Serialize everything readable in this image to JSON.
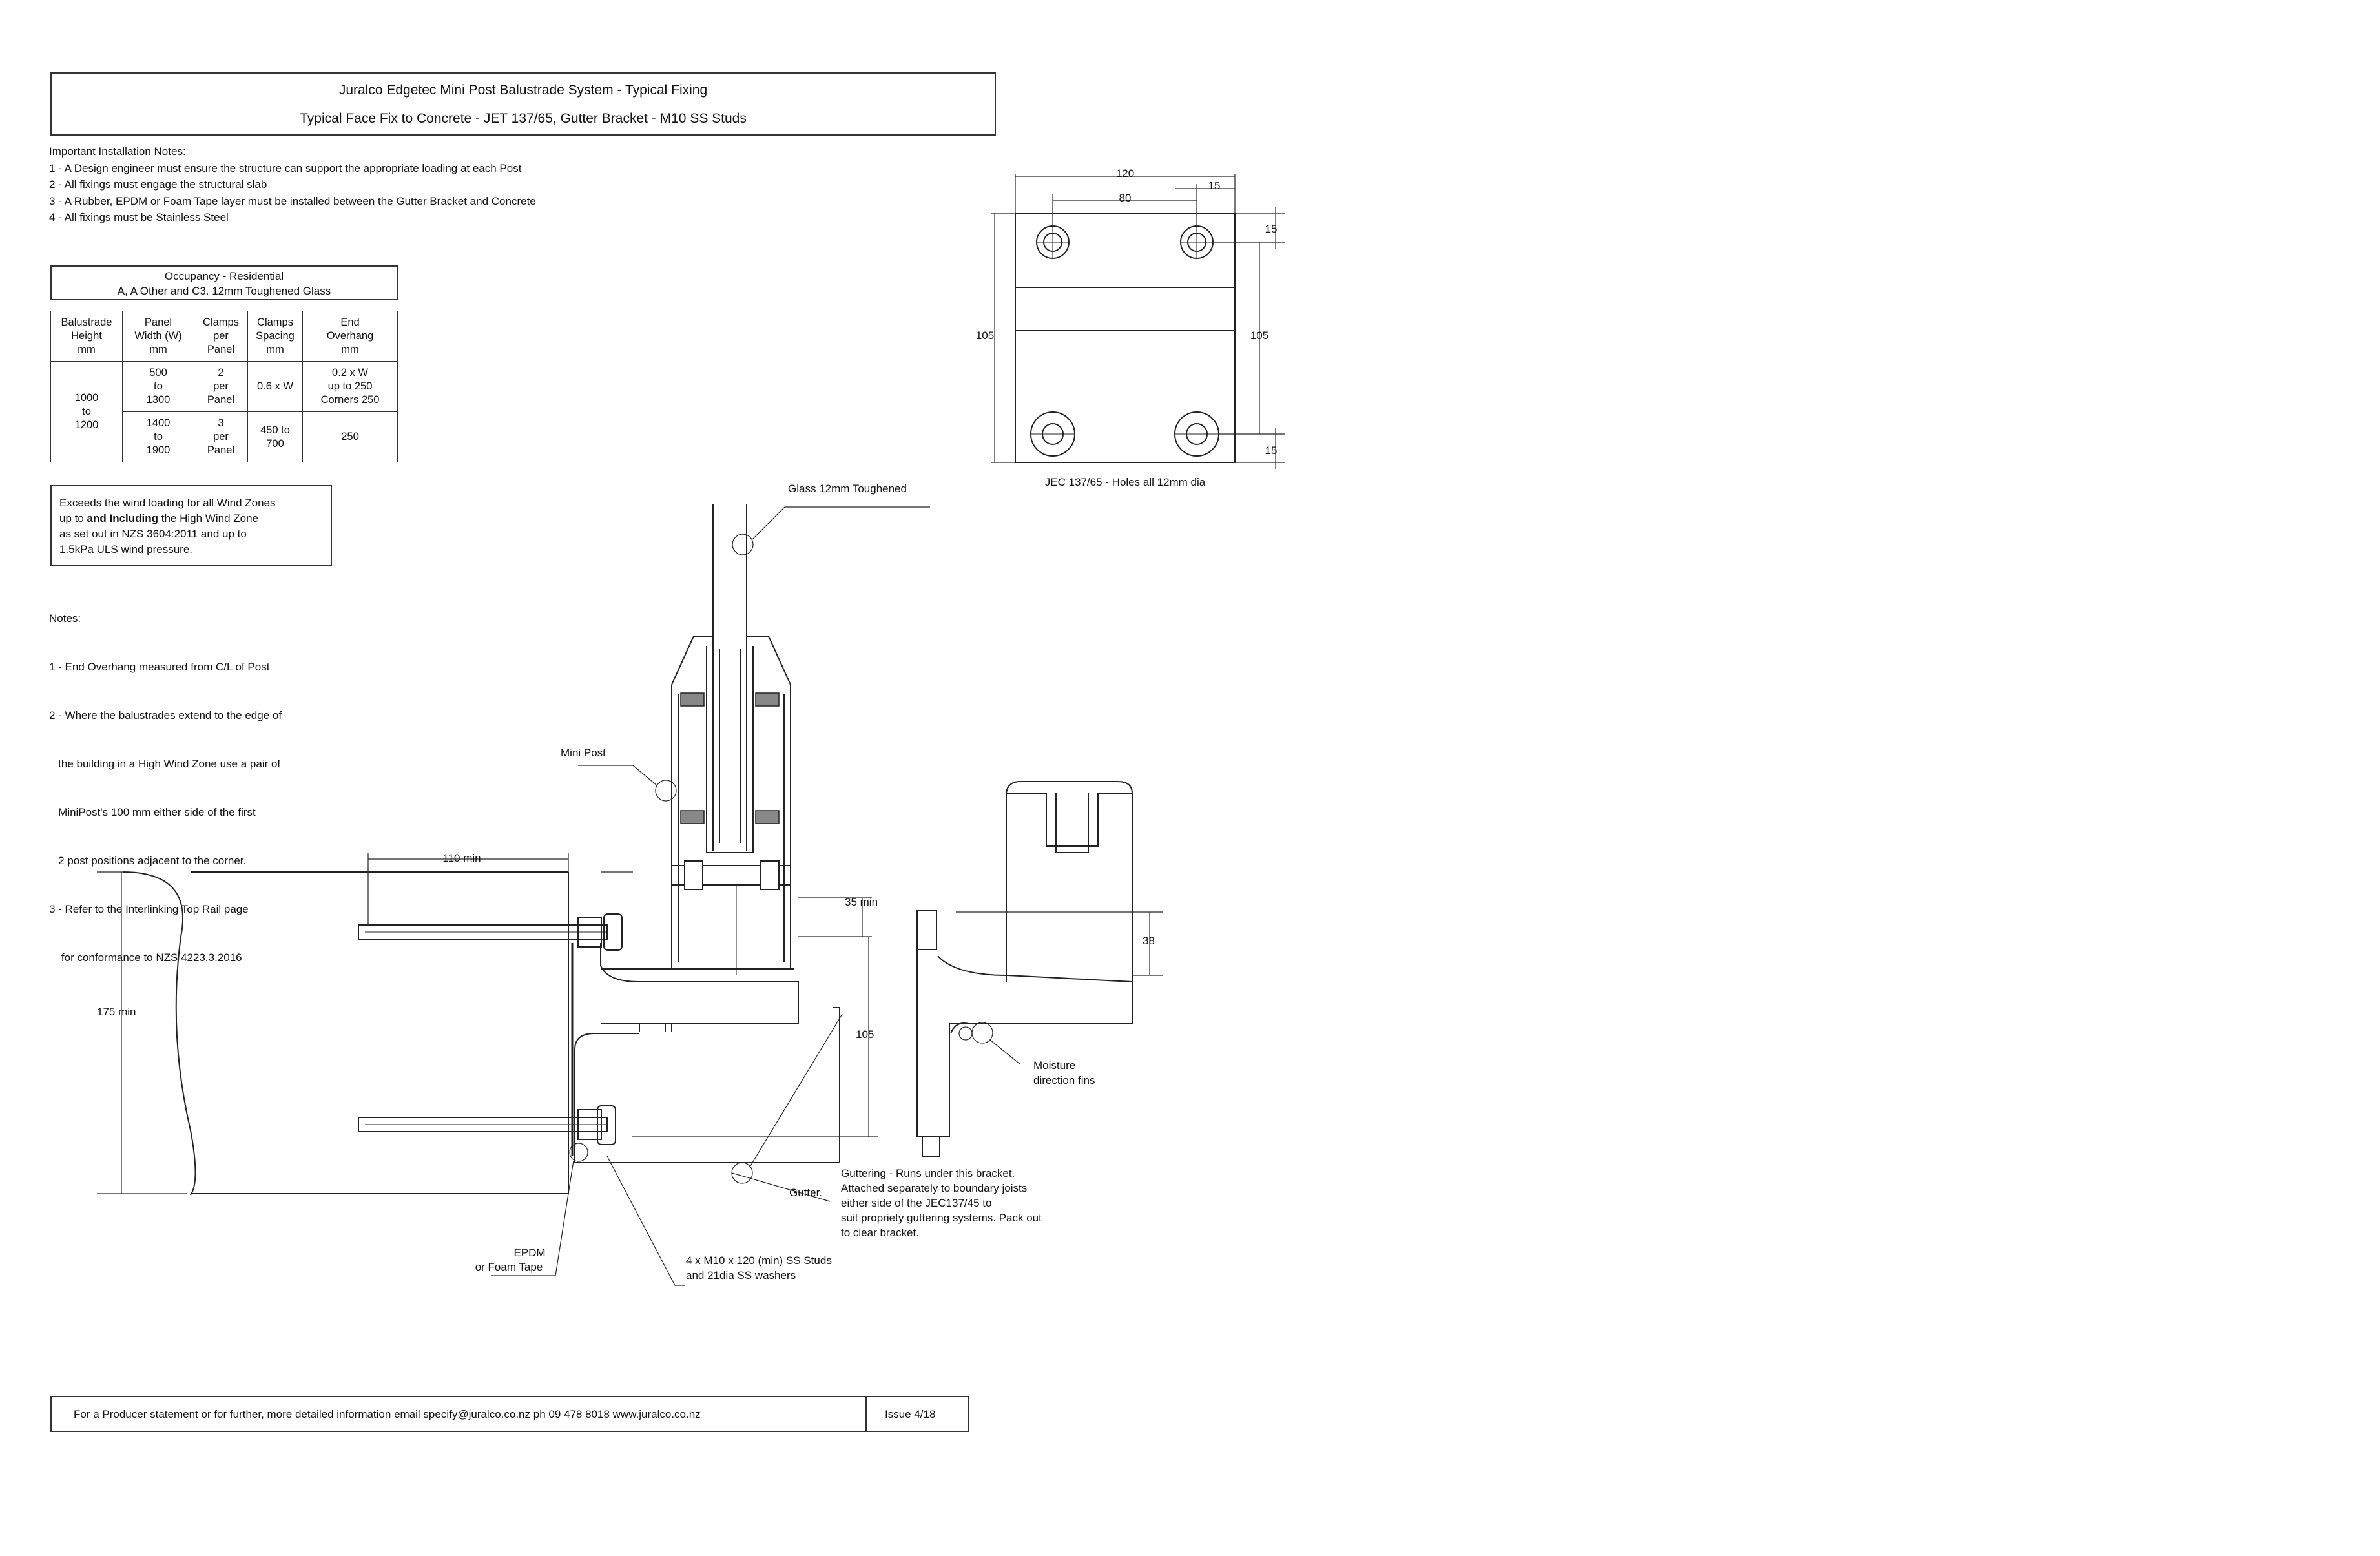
{
  "header": {
    "title": "Juralco Edgetec Mini Post Balustrade System - Typical Fixing",
    "subtitle": "Typical Face Fix to Concrete - JET 137/65, Gutter Bracket - M10 SS Studs"
  },
  "installation_notes": [
    "Important Installation Notes:",
    "1 - A Design engineer must ensure the structure can support the appropriate loading at each Post",
    "2 - All fixings must engage the structural slab",
    "3 - A Rubber, EPDM or Foam Tape layer must be installed between the Gutter Bracket and Concrete",
    "4 - All fixings must be Stainless Steel"
  ],
  "occupancy": {
    "line1": "Occupancy - Residential",
    "line2": "A, A Other and C3.  12mm Toughened Glass"
  },
  "spec_table": {
    "headers": [
      [
        "Balustrade",
        "Height",
        "mm"
      ],
      [
        "Panel",
        "Width (W)",
        "mm"
      ],
      [
        "Clamps",
        "per",
        "Panel"
      ],
      [
        "Clamps",
        "Spacing",
        "mm"
      ],
      [
        "End",
        "Overhang",
        "mm"
      ]
    ],
    "height": [
      "1000",
      "to",
      "1200"
    ],
    "rows": [
      {
        "width": [
          "500",
          "to",
          "1300"
        ],
        "clamps": [
          "2",
          "per",
          "Panel"
        ],
        "spacing": [
          "0.6 x W"
        ],
        "overhang": [
          "0.2 x W",
          "up to 250",
          "Corners 250"
        ]
      },
      {
        "width": [
          "1400",
          "to",
          "1900"
        ],
        "clamps": [
          "3",
          "per",
          "Panel"
        ],
        "spacing": [
          "450 to",
          "700"
        ],
        "overhang": [
          "250"
        ]
      }
    ]
  },
  "wind_note": {
    "line1": "Exceeds the wind loading for all Wind Zones",
    "line2_pre": "up to ",
    "line2_bold": "and Including",
    "line2_post": " the High Wind Zone",
    "line3": "as set out in NZS 3604:2011 and up to",
    "line4": "1.5kPa ULS wind pressure."
  },
  "notes": [
    "Notes:",
    "1 - End Overhang measured from C/L of Post",
    "2 - Where the balustrades extend to the edge of",
    "   the building in a High Wind Zone use a pair of",
    "   MiniPost's 100 mm either side of the first",
    "   2 post positions adjacent to the corner.",
    "3 - Refer to the Interlinking Top Rail page",
    "    for conformance to NZS 4223.3.2016"
  ],
  "bracket_plan": {
    "dim_width": "120",
    "dim_hole_spacing": "80",
    "dim_edge_top": "15",
    "dim_edge_right": "15",
    "dim_height_left": "105",
    "dim_height_right": "105",
    "dim_edge_bottom": "15",
    "caption": "JEC 137/65 -  Holes all 12mm dia"
  },
  "section_labels": {
    "glass": "Glass 12mm Toughened",
    "mini_post": "Mini Post",
    "min_110": "110 min",
    "min_175": "175 min",
    "min_35": "35 min",
    "dim_105": "105",
    "dim_38": "38",
    "moisture_1": "Moisture",
    "moisture_2": "direction fins",
    "gutter": "Gutter.",
    "guttering_1": "Guttering - Runs under this bracket.",
    "guttering_2": "Attached separately to boundary joists",
    "guttering_3": "either side of the JEC137/45 to",
    "guttering_4": "suit propriety guttering systems. Pack out",
    "guttering_5": "to clear bracket.",
    "epdm_1": "EPDM",
    "epdm_2": "or Foam Tape",
    "studs_1": "4 x M10 x 120 (min) SS Studs",
    "studs_2": "and 21dia SS washers"
  },
  "footer": {
    "contact": "For a Producer statement or for further, more detailed information   email specify@juralco.co.nz   ph 09 478 8018   www.juralco.co.nz",
    "issue": "Issue 4/18"
  }
}
